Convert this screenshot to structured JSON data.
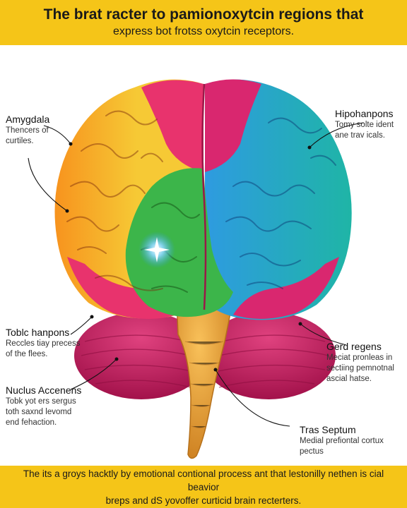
{
  "header": {
    "title_line1": "The brat racter to pamionoxytcin regions that",
    "title_line2": "express bot frotss oxytcin receptors."
  },
  "footer": {
    "line1": "The its a groys hacktly by emotional contional process ant that lestonilly nethen is cial beavior",
    "line2": "breps and dS yovoffer curticid brain recterters."
  },
  "callouts": {
    "amygdala": {
      "title": "Amygdala",
      "line1": "Thencers of",
      "line2": "curtiles."
    },
    "hippo": {
      "title": "Hipohanpons",
      "line1": "Tomy solte ident",
      "line2": "ane trav icals."
    },
    "toblc": {
      "title": "Toblc hanpons",
      "line1": "Reccles tiay precess",
      "line2": "of the flees."
    },
    "gerd": {
      "title": "Gerd regens",
      "line1": "Meciat pronleas in",
      "line2": "sectiing pemnotnal",
      "line3": "ascial hatse."
    },
    "nucleus": {
      "title": "Nuclus Accenens",
      "line1": "Tobk yot ers sergus",
      "line2": "toth saxnd levomd",
      "line3": "end fehaction."
    },
    "septum": {
      "title": "Tras Septum",
      "line1": "Medial prefiontal cortux",
      "line2": "pectus"
    }
  },
  "colors": {
    "banner": "#F5C518",
    "orange": "#F7931E",
    "yellow": "#F6C935",
    "pink": "#E8336D",
    "magenta": "#D9276F",
    "green": "#3CB54A",
    "teal": "#1FB5A6",
    "blue": "#2E9BE0",
    "cerebellum": "#C2185B",
    "stem": "#E59A2F"
  },
  "icons": {
    "glow": "sparkle-icon"
  }
}
